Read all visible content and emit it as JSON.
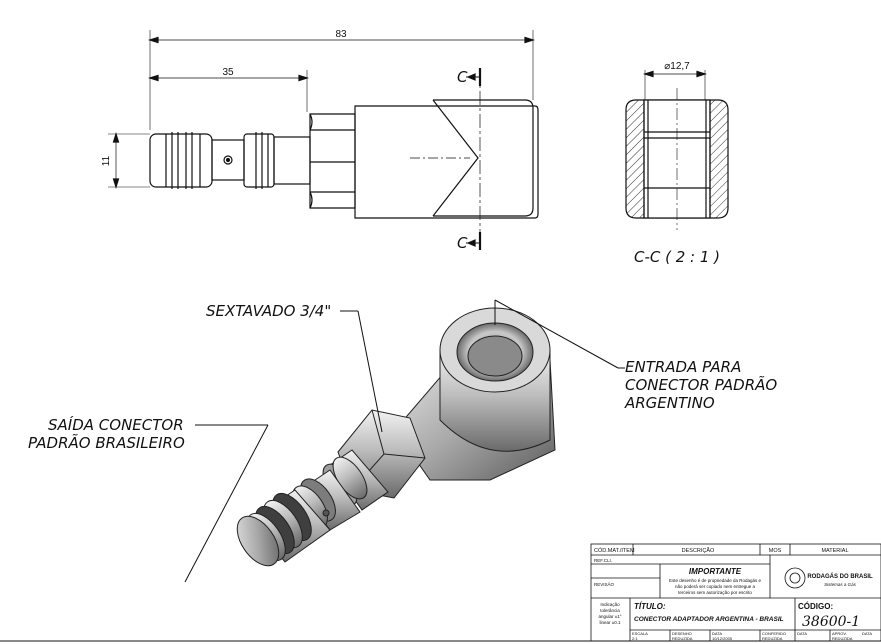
{
  "dimensions": {
    "overall_length": "83",
    "partial_length": "35",
    "diameter_small": "11",
    "diameter_bore": "⌀12,7"
  },
  "section": {
    "marker_top": "C",
    "marker_bottom": "C",
    "caption": "C-C  ( 2 : 1 )"
  },
  "callouts": {
    "hex": "SEXTAVADO 3/4\"",
    "inlet_line1": "ENTRADA PARA",
    "inlet_line2": "CONECTOR PADRÃO",
    "inlet_line3": "ARGENTINO",
    "outlet_line1": "SAÍDA CONECTOR",
    "outlet_line2": "PADRÃO BRASILEIRO"
  },
  "title_block": {
    "col_code": "CÓD.MAT./ITEM",
    "col_desc": "DESCRIÇÃO",
    "col_qty": "MOS",
    "col_material": "MATERIAL",
    "row_ref": "REF.CLI.",
    "row_rev": "REVISÃO",
    "important_title": "IMPORTANTE",
    "important_line1": "Este desenho é de propriedade da Rodagás e",
    "important_line2": "não poderá ser copiado nem entregue a",
    "important_line3": "terceiros sem autorização por escrito",
    "company_name": "RODAGÁS DO BRASIL",
    "company_tagline": "Sistemas a Gás",
    "notes_line1": "Indicação",
    "notes_line2": "tolerância",
    "notes_line3": "angular ±1°",
    "notes_line4": "linear ±0.1",
    "title_label": "TÍTULO:",
    "title_value": "CONECTOR ADAPTADOR ARGENTINA - BRASIL",
    "code_label": "CÓDIGO:",
    "code_value": "38600-1",
    "footer_1": "ESCALA",
    "footer_1v": "2:1",
    "footer_2": "DESENHO",
    "footer_2v": "REDUZIDA",
    "footer_3": "DATA",
    "footer_3v": "10/12/2005",
    "footer_4": "CONFERIDO",
    "footer_4v": "REDUZIDA",
    "footer_5": "DATA",
    "footer_6": "APROV.",
    "footer_6v": "REDUZIDA",
    "footer_7": "DATA"
  }
}
